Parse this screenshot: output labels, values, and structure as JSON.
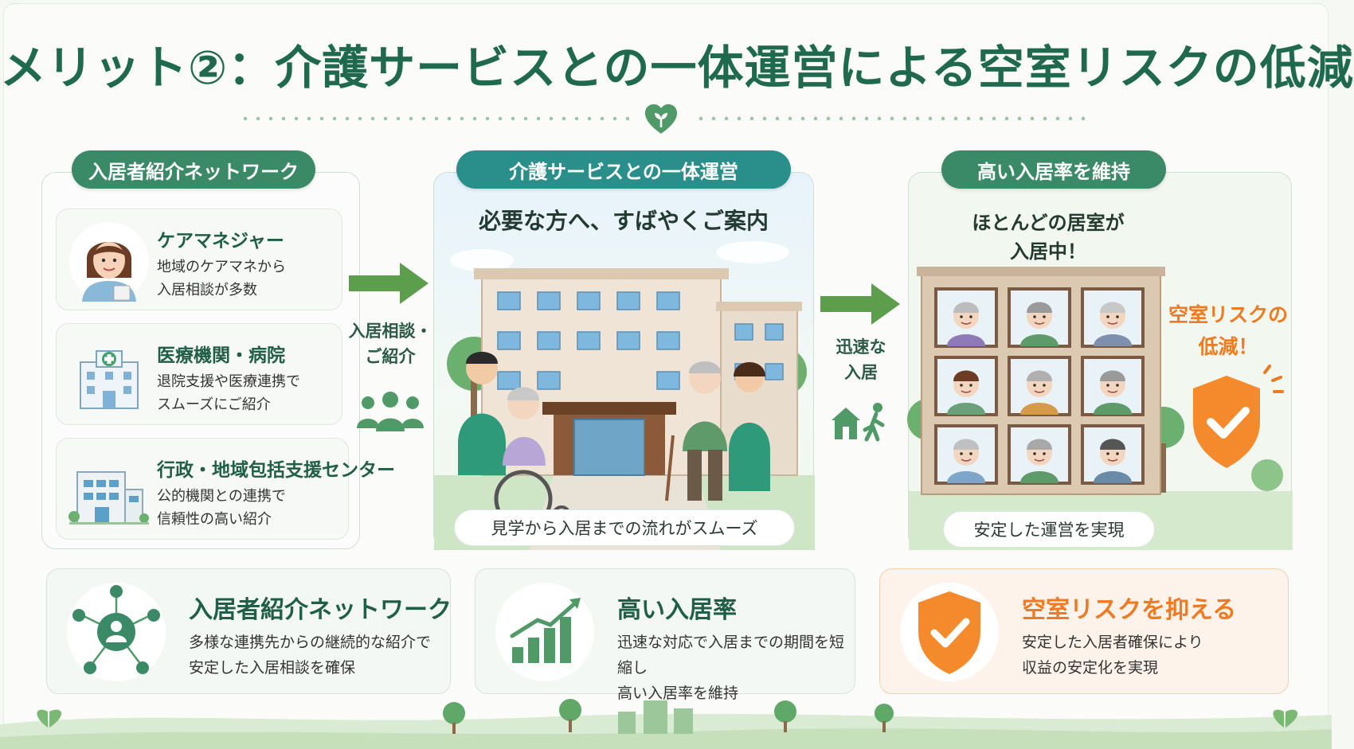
{
  "title": "メリット②：介護サービスとの一体運営による空室リスクの低減",
  "colors": {
    "primary_green": "#2e7a5e",
    "teal": "#2a8f8a",
    "orange": "#f07a21"
  },
  "left_panel": {
    "pill": "入居者紹介ネットワーク",
    "cards": [
      {
        "title": "ケアマネジャー",
        "desc": "地域のケアマネから\n入居相談が多数",
        "icon": "care-manager-avatar"
      },
      {
        "title": "医療機関・病院",
        "desc": "退院支援や医療連携で\nスムーズにご紹介",
        "icon": "hospital-icon"
      },
      {
        "title": "行政・地域包括支援センター",
        "desc": "公的機関との連携で\n信頼性の高い紹介",
        "icon": "government-building-icon"
      }
    ]
  },
  "flow1": {
    "label": "入居相談・\nご紹介",
    "icon": "people-group-icon"
  },
  "center_panel": {
    "pill": "介護サービスとの一体運営",
    "headline": "必要な方へ、すばやくご案内",
    "caption": "見学から入居までの流れがスムーズ"
  },
  "flow2": {
    "label": "迅速な\n入居",
    "icon": "home-walk-icon"
  },
  "right_panel": {
    "pill": "高い入居率を維持",
    "headline": "ほとんどの居室が\n入居中！",
    "risk_label": "空室リスクの\n低減！",
    "caption": "安定した運営を実現"
  },
  "bottom_cards": [
    {
      "title": "入居者紹介ネットワーク",
      "desc": "多様な連携先からの継続的な紹介で\n安定した入居相談を確保",
      "icon": "network-icon"
    },
    {
      "title": "高い入居率",
      "desc": "迅速な対応で入居までの期間を短縮し\n高い入居率を維持",
      "icon": "growth-chart-icon"
    },
    {
      "title": "空室リスクを抑える",
      "desc": "安定した入居者確保により\n収益の安定化を実現",
      "icon": "shield-check-icon"
    }
  ]
}
